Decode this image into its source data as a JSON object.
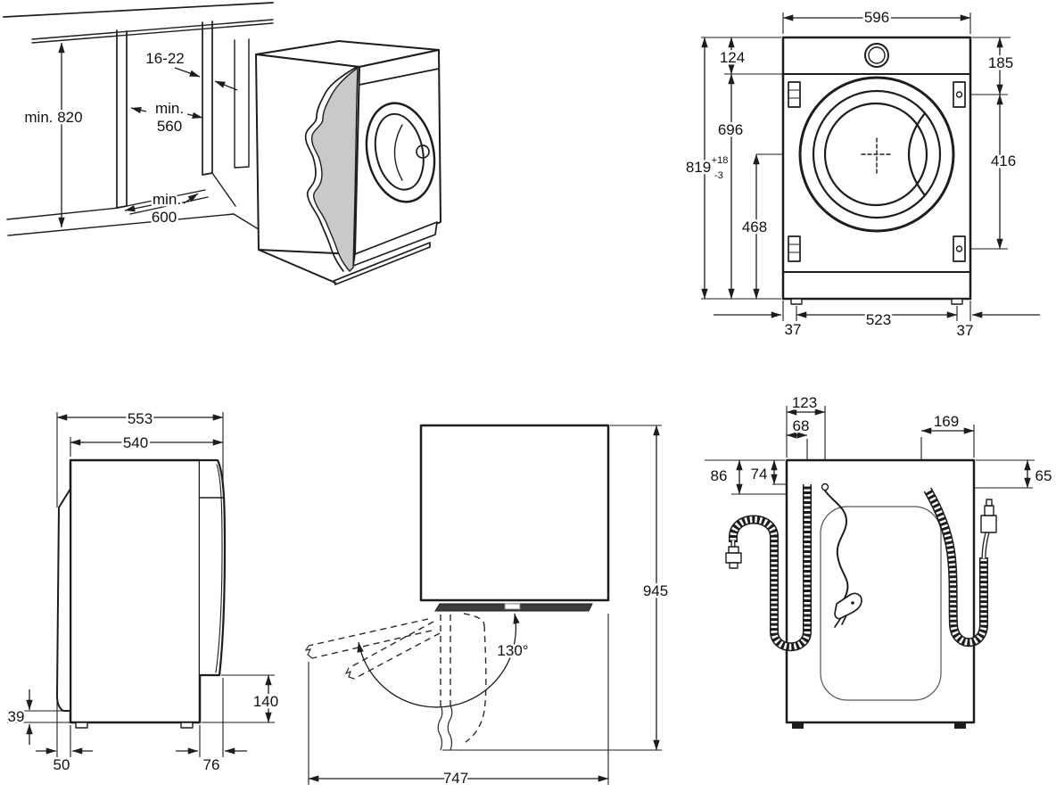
{
  "niche_view": {
    "min_height": "min. 820",
    "panel_thickness_range": "16-22",
    "min_depth_prefix": "min.",
    "min_depth": "560",
    "min_width_prefix": "min.",
    "min_width": "600"
  },
  "front_view": {
    "width": "596",
    "top_panel_height": "124",
    "body_height": "696",
    "total_height": "819",
    "height_tolerance_plus": "+18",
    "height_tolerance_minus": "-3",
    "hinge_top_offset": "185",
    "hinge_span": "416",
    "drum_axis_height": "468",
    "feet_span": "523",
    "left_foot_inset": "37",
    "right_foot_inset": "37"
  },
  "side_view": {
    "max_depth": "553",
    "body_depth": "540",
    "rear_clearance": "39",
    "plinth_recess_height": "140",
    "rear_protrusion": "50",
    "door_protrusion": "76"
  },
  "door_swing_view": {
    "door_opening_angle": "130°",
    "depth_with_open_door": "945",
    "width_with_open_door": "747"
  },
  "rear_view": {
    "power_cord_offset_x": "123",
    "drain_hose_offset_x": "68",
    "inlet_hose_offset_x": "169",
    "power_cord_offset_y": "86",
    "drain_hose_offset_y": "74",
    "inlet_hose_offset_y": "65"
  },
  "colors": {
    "line": "#1d1d1d",
    "cutaway_gray": "#c9c9c9",
    "background": "#ffffff"
  }
}
